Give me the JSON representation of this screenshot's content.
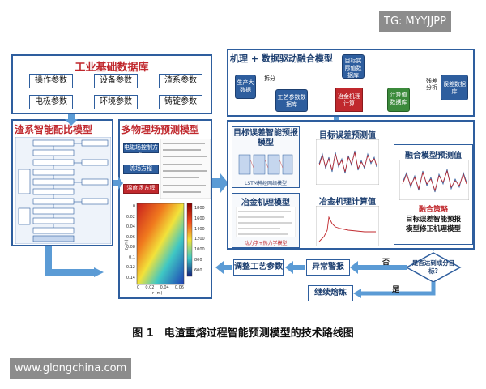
{
  "watermark_top": "TG: MYYJJPP",
  "watermark_bottom": "www.glongchina.com",
  "caption": "图 1　电渣重熔过程智能预测模型的技术路线图",
  "industrial_db": {
    "title": "工业基础数据库",
    "params": [
      "操作参数",
      "设备参数",
      "渣系参数",
      "电极参数",
      "环境参数",
      "铸锭参数"
    ]
  },
  "slag_model": {
    "title": "渣系智能配比模型"
  },
  "multiphysics": {
    "title": "多物理场预测模型",
    "eq_labels": [
      "电磁场控制方程",
      "流场方程",
      "温度场方程"
    ],
    "colorbar_ticks": [
      "1800",
      "1600",
      "1400",
      "1200",
      "1000",
      "800",
      "600"
    ],
    "y_ticks": [
      "0",
      "0.02",
      "0.04",
      "0.06",
      "0.08",
      "0.1",
      "0.12",
      "0.14"
    ],
    "x_ticks": [
      "0",
      "0.02",
      "0.04",
      "0.06"
    ],
    "x_label": "r (m)",
    "y_label": "z (m)"
  },
  "fusion_top": {
    "title": "机理 + 数据驱动融合模型",
    "nodes": {
      "production": "生产大数据",
      "target_actual": "目标实际值数据库",
      "process_param": "工艺参数数据库",
      "metallurgy": "冶金机理计算",
      "calc_value": "计算值数据库",
      "error_db": "误差数据库"
    },
    "edge_labels": {
      "split": "拆分",
      "residual": "残差分析"
    }
  },
  "target_error_model": {
    "title": "目标误差智能预报模型",
    "subtitle": "LSTM神经网络模型"
  },
  "error_pred_value": "目标误差预测值",
  "metallurgy_model": {
    "title": "冶金机理模型",
    "subtitle": "动力学+热力学模型"
  },
  "metallurgy_calc_value": "冶金机理计算值",
  "fusion_pred": {
    "title": "融合模型预测值",
    "strategy_title": "融合策略",
    "strategy_lines": [
      "目标误差智能预报",
      "模型修正机理模型"
    ]
  },
  "decision": {
    "question": "是否达到成分目标?",
    "no": "否",
    "yes": "是"
  },
  "actions": {
    "abnormal": "异常警报",
    "adjust": "调整工艺参数",
    "continue": "继续熔炼"
  },
  "colors": {
    "blue": "#2e5e9e",
    "red": "#c0282d",
    "arrow": "#5b9bd5",
    "green": "#3b8a3b"
  }
}
